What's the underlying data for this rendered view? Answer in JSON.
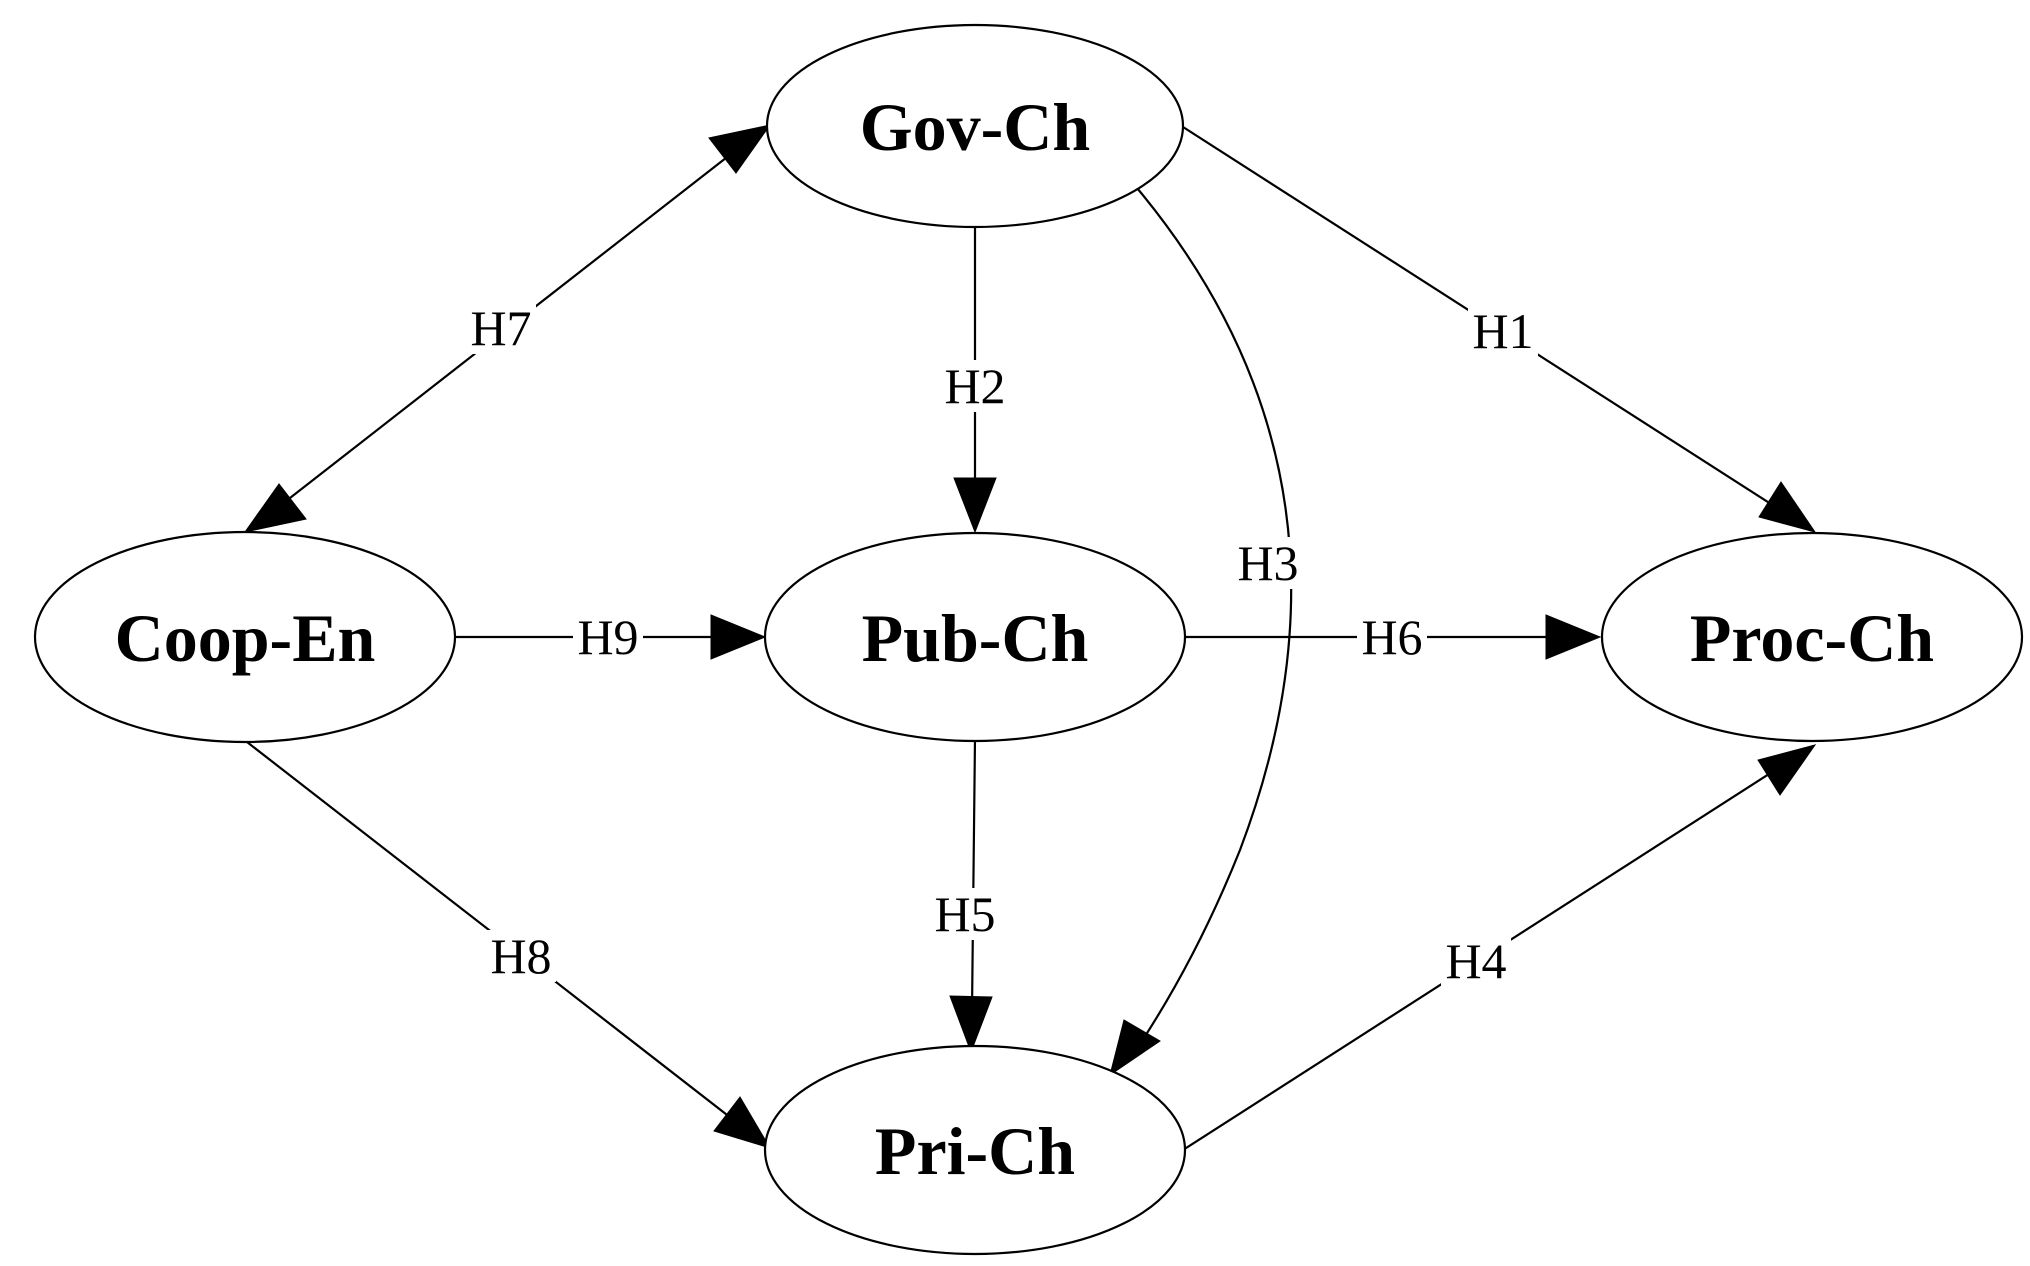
{
  "nodes": {
    "gov": {
      "label": "Gov-Ch"
    },
    "coop": {
      "label": "Coop-En"
    },
    "pub": {
      "label": "Pub-Ch"
    },
    "proc": {
      "label": "Proc-Ch"
    },
    "pri": {
      "label": "Pri-Ch"
    }
  },
  "edges": {
    "h1": {
      "label": "H1",
      "from": "Gov-Ch",
      "to": "Proc-Ch",
      "direction": "forward"
    },
    "h2": {
      "label": "H2",
      "from": "Gov-Ch",
      "to": "Pub-Ch",
      "direction": "forward"
    },
    "h3": {
      "label": "H3",
      "from": "Gov-Ch",
      "to": "Pri-Ch",
      "direction": "forward"
    },
    "h4": {
      "label": "H4",
      "from": "Pri-Ch",
      "to": "Proc-Ch",
      "direction": "forward"
    },
    "h5": {
      "label": "H5",
      "from": "Pub-Ch",
      "to": "Pri-Ch",
      "direction": "forward"
    },
    "h6": {
      "label": "H6",
      "from": "Pub-Ch",
      "to": "Proc-Ch",
      "direction": "forward"
    },
    "h7": {
      "label": "H7",
      "from": "Coop-En",
      "to": "Gov-Ch",
      "direction": "both"
    },
    "h8": {
      "label": "H8",
      "from": "Coop-En",
      "to": "Pri-Ch",
      "direction": "forward"
    },
    "h9": {
      "label": "H9",
      "from": "Coop-En",
      "to": "Pub-Ch",
      "direction": "forward"
    }
  }
}
